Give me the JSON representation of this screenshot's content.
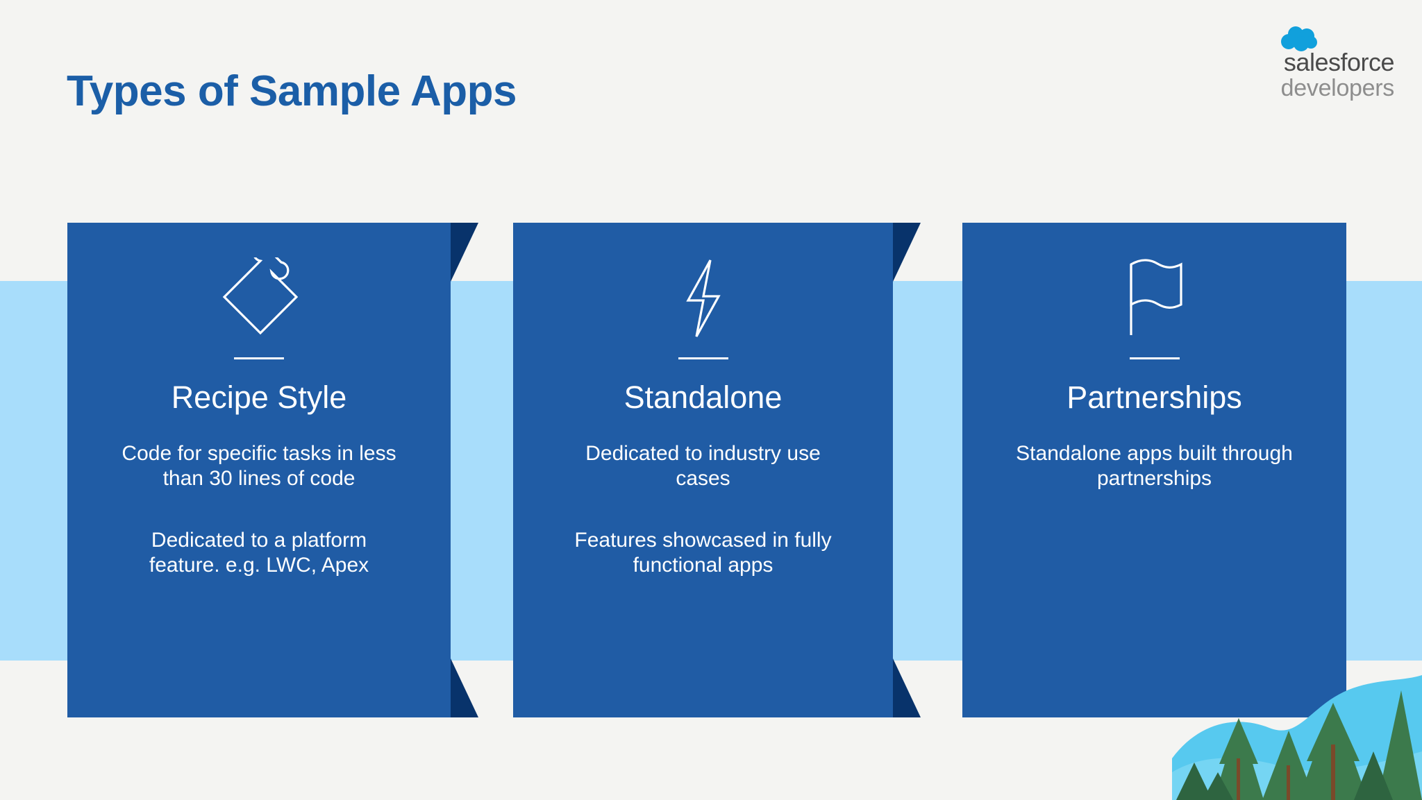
{
  "slide": {
    "title": "Types of Sample Apps",
    "background_color": "#f4f4f2",
    "band_color": "#a8ddfb",
    "card_color": "#205ca5",
    "card_fold_color": "#08336b",
    "title_color": "#1b5ea7"
  },
  "logo": {
    "wordmark": "salesforce",
    "sub": "developers",
    "cloud_color": "#11a0dc",
    "wordmark_color": "#4a4a4a",
    "sub_color": "#8d8d8d"
  },
  "cards": [
    {
      "icon": "puzzle-piece-icon",
      "heading": "Recipe Style",
      "body_1": "Code for specific tasks in less than 30 lines of code",
      "body_2": "Dedicated to a platform feature. e.g. LWC, Apex"
    },
    {
      "icon": "lightning-bolt-icon",
      "heading": "Standalone",
      "body_1": "Dedicated to industry use cases",
      "body_2": "Features showcased in fully functional apps"
    },
    {
      "icon": "flag-icon",
      "heading": "Partnerships",
      "body_1": "Standalone apps built through partnerships",
      "body_2": ""
    }
  ],
  "scenery": {
    "hill_color": "#57c9ef",
    "tree_color": "#3c7a4c",
    "trunk_color": "#7a4a2a"
  }
}
